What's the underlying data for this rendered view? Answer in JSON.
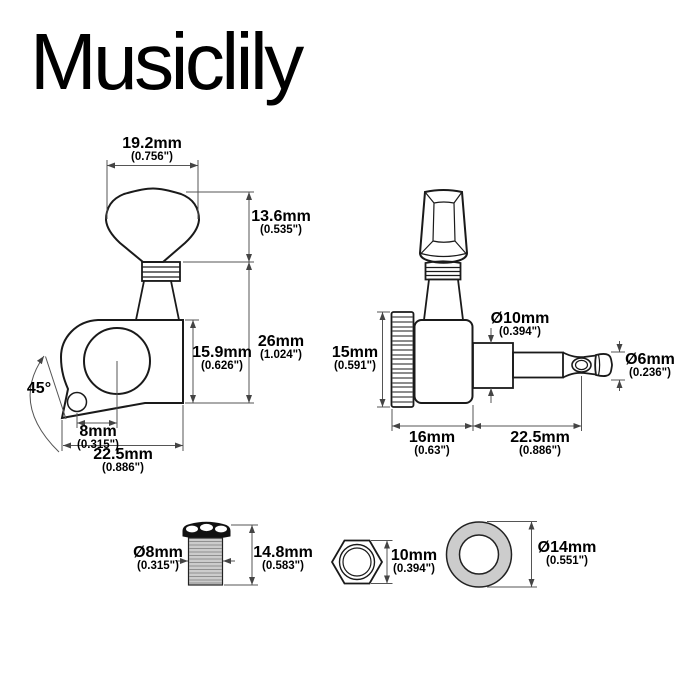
{
  "brand": "Musiclily",
  "diagrams": {
    "front_view": {
      "dims": {
        "button_width": {
          "mm": "19.2mm",
          "inch": "(0.756\")"
        },
        "button_height": {
          "mm": "13.6mm",
          "inch": "(0.535\")"
        },
        "housing_height": {
          "mm": "15.9mm",
          "inch": "(0.626\")"
        },
        "total_height": {
          "mm": "26mm",
          "inch": "(1.024\")"
        },
        "screw_offset": {
          "mm": "8mm",
          "inch": "(0.315\")"
        },
        "total_width": {
          "mm": "22.5mm",
          "inch": "(0.886\")"
        },
        "ear_angle": "45°"
      }
    },
    "side_view": {
      "dims": {
        "body_height": {
          "mm": "15mm",
          "inch": "(0.591\")"
        },
        "body_width": {
          "mm": "16mm",
          "inch": "(0.63\")"
        },
        "post_length": {
          "mm": "22.5mm",
          "inch": "(0.886\")"
        },
        "post_diameter": {
          "mm": "Ø10mm",
          "inch": "(0.394\")"
        },
        "string_post_diameter": {
          "mm": "Ø6mm",
          "inch": "(0.236\")"
        }
      }
    },
    "bushing": {
      "diameter": {
        "mm": "Ø8mm",
        "inch": "(0.315\")"
      },
      "height": {
        "mm": "14.8mm",
        "inch": "(0.583\")"
      }
    },
    "hex_nut": {
      "size": {
        "mm": "10mm",
        "inch": "(0.394\")"
      }
    },
    "washer": {
      "diameter": {
        "mm": "Ø14mm",
        "inch": "(0.551\")"
      }
    }
  },
  "colors": {
    "line": "#1a1a1a",
    "dimension_line": "#555555",
    "metal_fill": "#cccccc",
    "cap_fill": "#111111"
  }
}
